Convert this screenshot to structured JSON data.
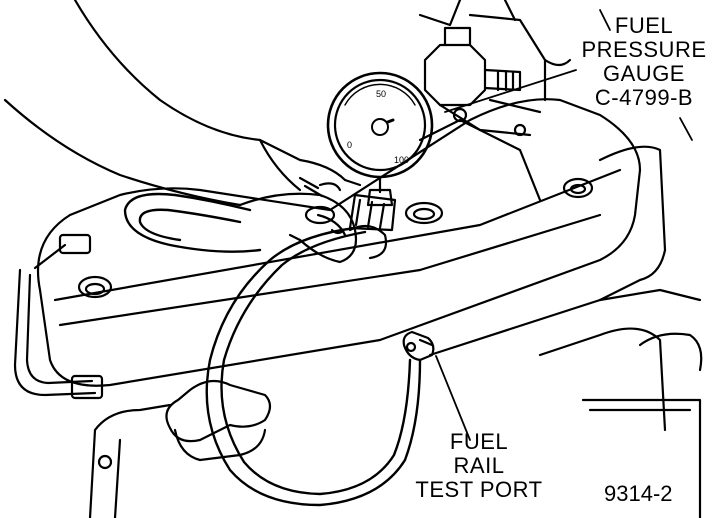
{
  "callouts": {
    "fuel_pressure_gauge": [
      "FUEL",
      "PRESSURE",
      "GAUGE",
      "C-4799-B"
    ],
    "fuel_rail_test_port": [
      "FUEL",
      "RAIL",
      "TEST PORT"
    ]
  },
  "figure_id": "9314-2",
  "gauge_dial": {
    "top_mark": "50",
    "right_mark": "100",
    "left_mark": "0"
  },
  "colors": {
    "ink": "#000000",
    "paper": "#ffffff"
  }
}
